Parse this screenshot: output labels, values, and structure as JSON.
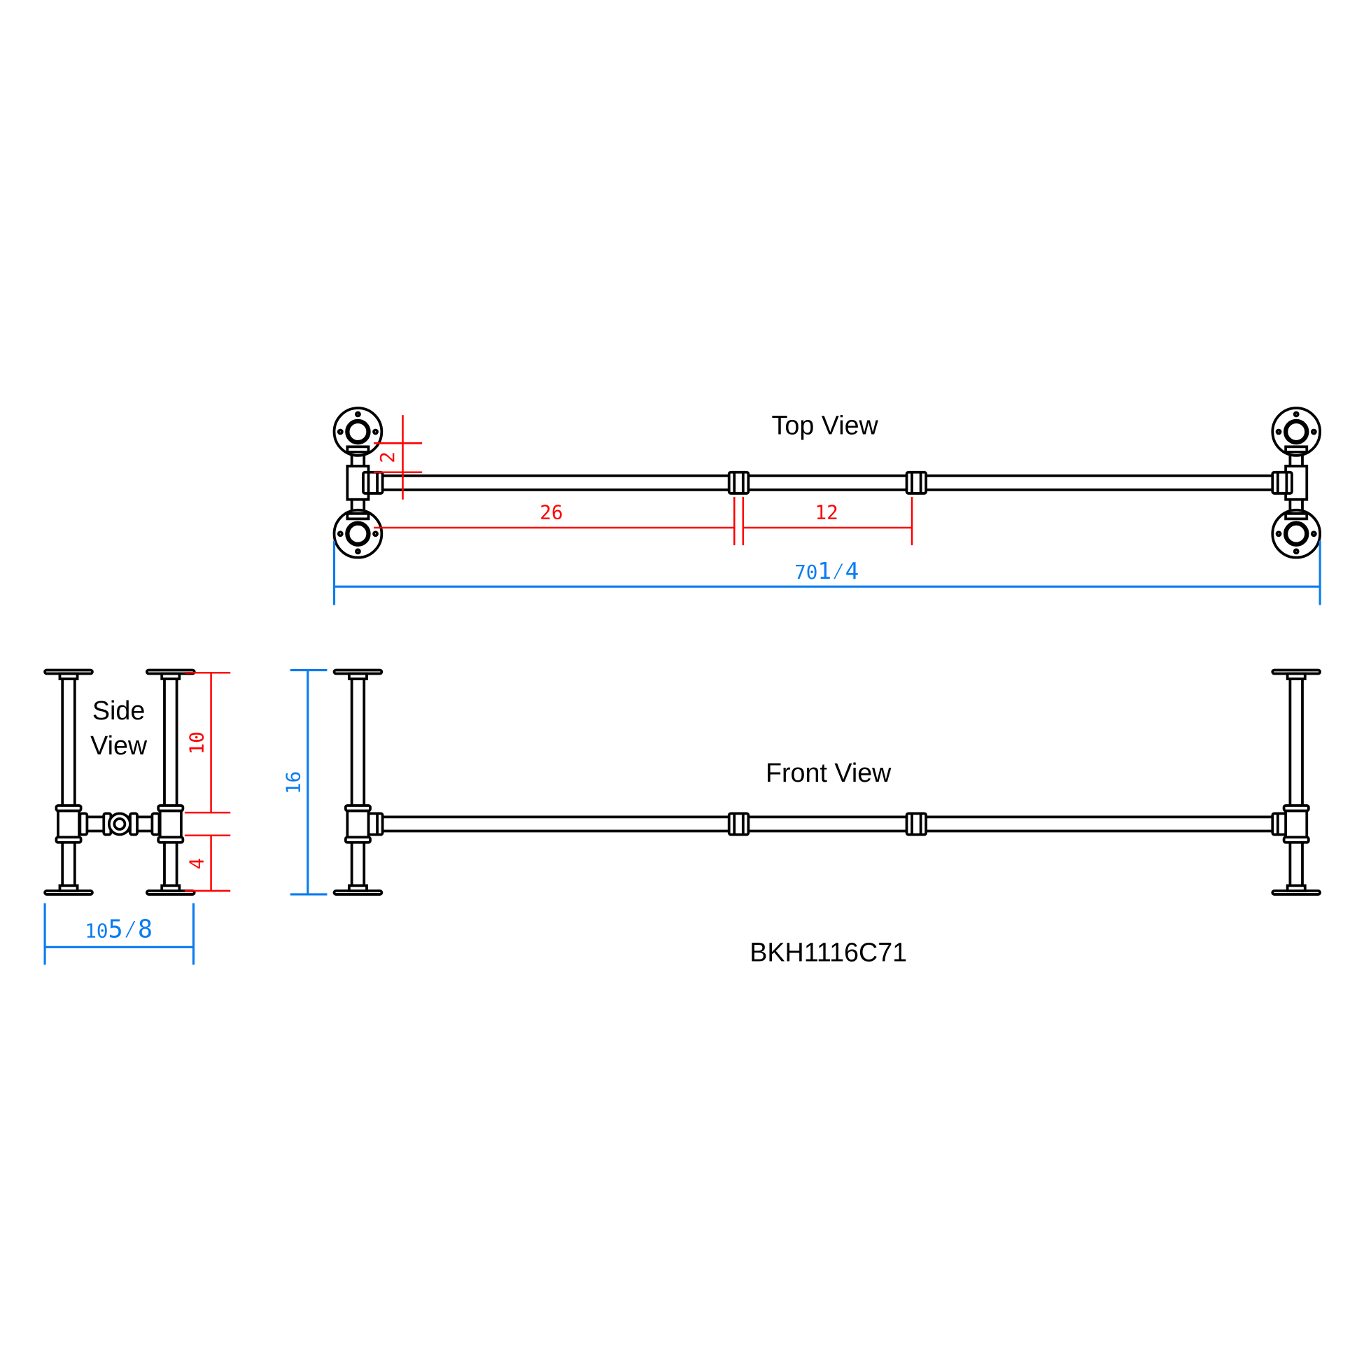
{
  "colors": {
    "dim_red": "#ff0000",
    "dim_blue": "#0a7cf0",
    "line": "#000000"
  },
  "labels": {
    "top_view": "Top View",
    "front_view": "Front View",
    "side_view_line1": "Side",
    "side_view_line2": "View",
    "model": "BKH1116C71"
  },
  "dimensions": {
    "top_offset": "2",
    "top_seg1": "26",
    "top_seg2": "12",
    "overall_length_whole": "70",
    "overall_length_frac": "1⁄4",
    "front_height": "16",
    "side_upper": "10",
    "side_lower": "4",
    "side_width_whole": "10",
    "side_width_frac": "5⁄8"
  }
}
